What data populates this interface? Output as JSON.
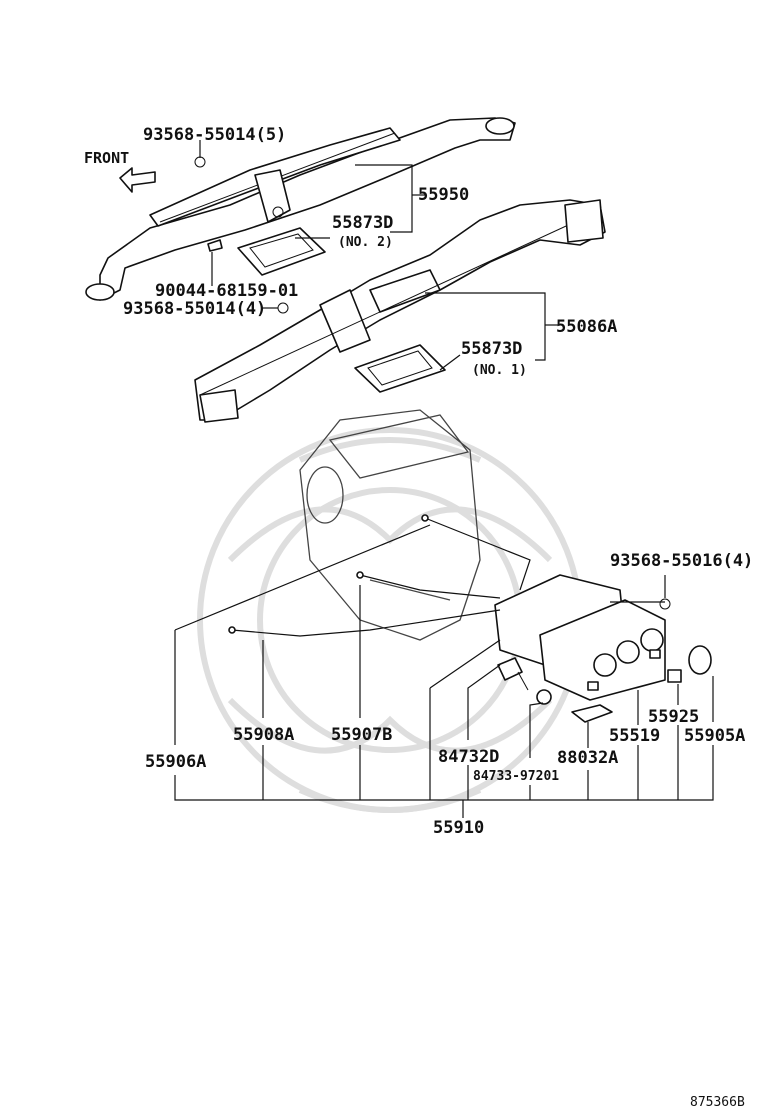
{
  "diagram_id": "875366B",
  "front_label": "FRONT",
  "labels": {
    "p93568_55014_5": "93568-55014(5)",
    "p55950": "55950",
    "p55873D_top": "55873D",
    "no2": "(NO. 2)",
    "p90044": "90044-68159-01",
    "p93568_55014_4": "93568-55014(4)",
    "p55086A": "55086A",
    "p55873D_bottom": "55873D",
    "no1": "(NO. 1)",
    "p93568_55016_4": "93568-55016(4)",
    "p55925": "55925",
    "p55908A": "55908A",
    "p55907B": "55907B",
    "p55519": "55519",
    "p55905A": "55905A",
    "p84732D": "84732D",
    "p88032A": "88032A",
    "p55906A": "55906A",
    "p84733": "84733-97201",
    "p55910": "55910"
  }
}
